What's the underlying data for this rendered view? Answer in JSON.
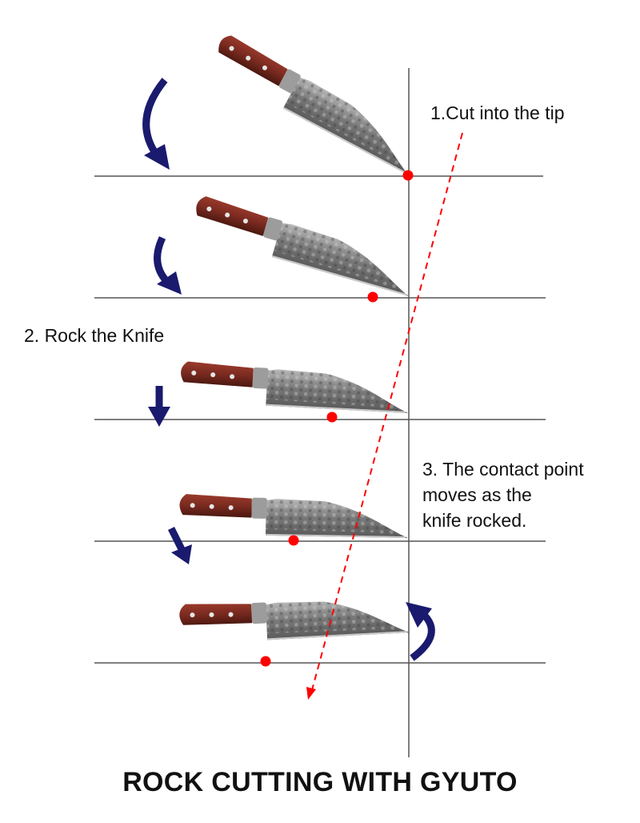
{
  "labels": {
    "step1": "1.Cut into the tip",
    "step2": "2. Rock the Knife",
    "step3": "3. The contact point\nmoves as the\nknife rocked."
  },
  "title": "ROCK CUTTING WITH GYUTO",
  "knives": [
    {
      "name": "knife-step-1",
      "angle_deg": 28
    },
    {
      "name": "knife-step-2",
      "angle_deg": 16
    },
    {
      "name": "knife-step-3",
      "angle_deg": 3
    },
    {
      "name": "knife-step-4",
      "angle_deg": 0
    },
    {
      "name": "knife-step-5",
      "angle_deg": -3
    }
  ],
  "arrows": [
    "curved-down",
    "curved-down",
    "straight-down",
    "diagonal-down",
    "curved-up"
  ],
  "colors": {
    "line": "#555555",
    "arrow": "#1a1a6e",
    "contact_point": "#ff0000",
    "trajectory": "#ff0000",
    "handle": "#7a2a20",
    "blade": "#8a8a8a",
    "text": "#111111"
  }
}
